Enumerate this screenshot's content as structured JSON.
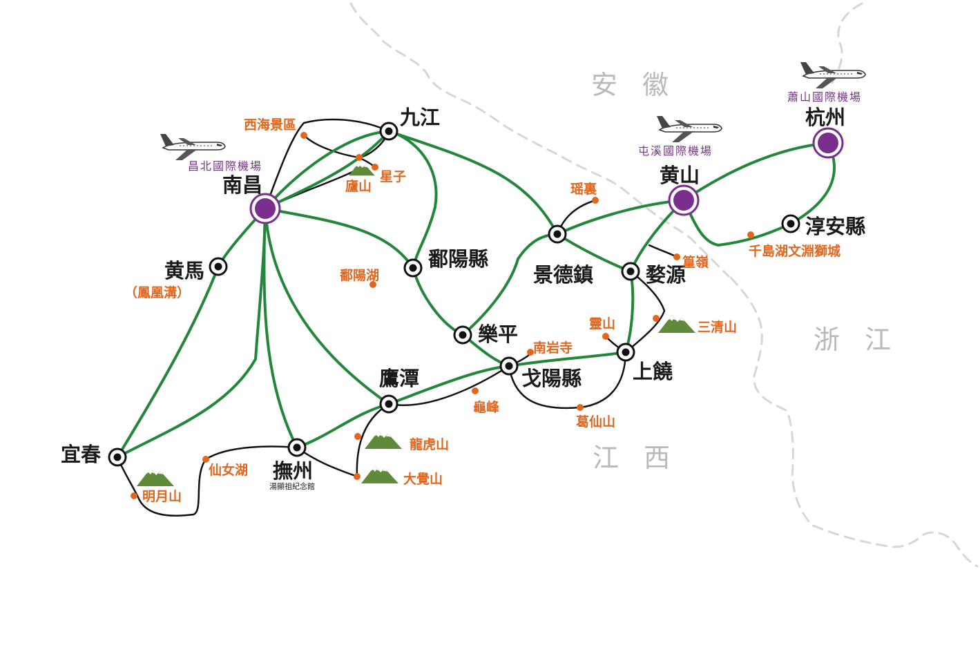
{
  "provinces": {
    "anhui": "安 徽",
    "zhejiang": "浙 江",
    "jiangxi": "江 西"
  },
  "cities": {
    "nanchang": "南昌",
    "jiujiang": "九江",
    "huangma": "黄馬",
    "huangma_sub": "（鳳凰溝）",
    "poyang_county": "鄱陽縣",
    "jingdezhen": "景德鎮",
    "huangshan": "黄山",
    "hangzhou": "杭州",
    "chunan": "淳安縣",
    "wuyuan": "婺源",
    "leping": "樂平",
    "shangrao": "上饒",
    "yiyang": "戈陽縣",
    "yingtan": "鷹潭",
    "fuzhou": "撫州",
    "fuzhou_sub": "湯顯祖紀念館",
    "yichun": "宜春"
  },
  "airports": {
    "nanchang": "昌北國際機場",
    "huangshan": "屯溪國際機場",
    "hangzhou": "蕭山國際機場"
  },
  "pois": {
    "xihai": "西海景區",
    "lushan": "廬山",
    "xingzi": "星子",
    "poyang_lake": "鄱陽湖",
    "yaoli": "瑶裏",
    "huangling": "篁嶺",
    "qiandao": "千島湖文淵獅城",
    "sanqing": "三清山",
    "lingshan": "靈山",
    "nanyan": "南岩寺",
    "guifeng": "龜峰",
    "gexian": "葛仙山",
    "longhu": "龍虎山",
    "dajue": "大覺山",
    "xiannu": "仙女湖",
    "mingyue": "明月山"
  },
  "colors": {
    "rail": "#23863a",
    "road": "#111111",
    "poi": "#e2661e",
    "airport": "#7a2f8c",
    "hub": "#7a2f8c",
    "mountain": "#5f8a3a",
    "border": "#d6d6d6"
  },
  "legend_icons": [
    "airplane-icon",
    "mountain-icon",
    "station-icon",
    "hub-icon",
    "poi-dot-icon"
  ]
}
